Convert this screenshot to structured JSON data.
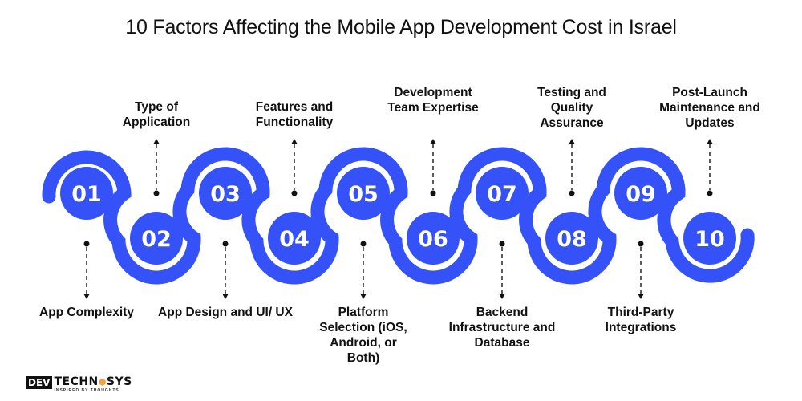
{
  "title": "10 Factors Affecting the Mobile App Development Cost in Israel",
  "colors": {
    "accent": "#3452F8",
    "text": "#111111",
    "background": "#FFFFFF"
  },
  "factors": [
    {
      "number": "01",
      "label": "App Complexity",
      "position": "bottom"
    },
    {
      "number": "02",
      "label": "Type of Application",
      "position": "top"
    },
    {
      "number": "03",
      "label": "App Design and UI/ UX",
      "position": "bottom"
    },
    {
      "number": "04",
      "label": "Features and Functionality",
      "position": "top"
    },
    {
      "number": "05",
      "label": "Platform Selection (iOS, Android, or Both)",
      "position": "bottom"
    },
    {
      "number": "06",
      "label": "Development Team Expertise",
      "position": "top"
    },
    {
      "number": "07",
      "label": "Backend Infrastructure and Database",
      "position": "bottom"
    },
    {
      "number": "08",
      "label": "Testing and Quality Assurance",
      "position": "top"
    },
    {
      "number": "09",
      "label": "Third-Party Integrations",
      "position": "bottom"
    },
    {
      "number": "10",
      "label": "Post-Launch Maintenance and Updates",
      "position": "top"
    }
  ],
  "logo": {
    "mark": "DEV",
    "name": "TECHN",
    "name_end": "SYS",
    "icon": "hexagon-code-icon",
    "tagline": "INSPIRED BY THOUGHTS"
  }
}
